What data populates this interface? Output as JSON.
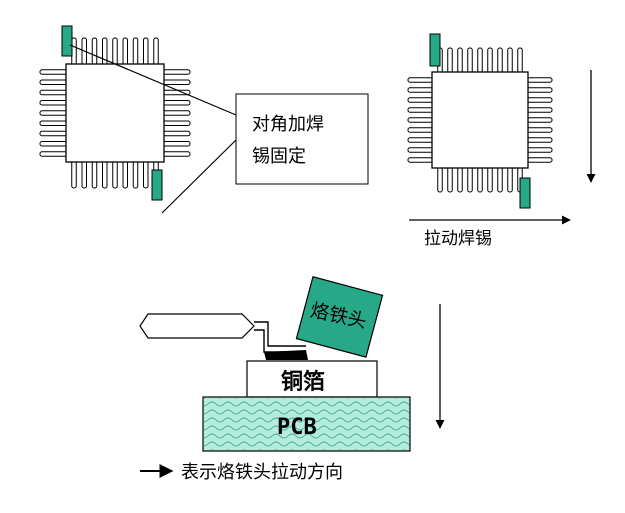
{
  "colors": {
    "teal": "#26a889",
    "pcb_fill": "#b5ecde",
    "pcb_wave": "#56b89b",
    "stroke": "#000000",
    "background": "#ffffff"
  },
  "step1": {
    "chip": "qfp-chip",
    "callout_line1": "对角加焊",
    "callout_line2": "锡固定"
  },
  "step2": {
    "chip": "qfp-chip",
    "drag_label": "拉动焊锡"
  },
  "step3": {
    "iron_tip_label": "烙铁头",
    "copper_label": "铜箔",
    "pcb_label": "PCB"
  },
  "legend": {
    "arrow_icon": "right-arrow-icon",
    "text": "表示烙铁头拉动方向"
  }
}
